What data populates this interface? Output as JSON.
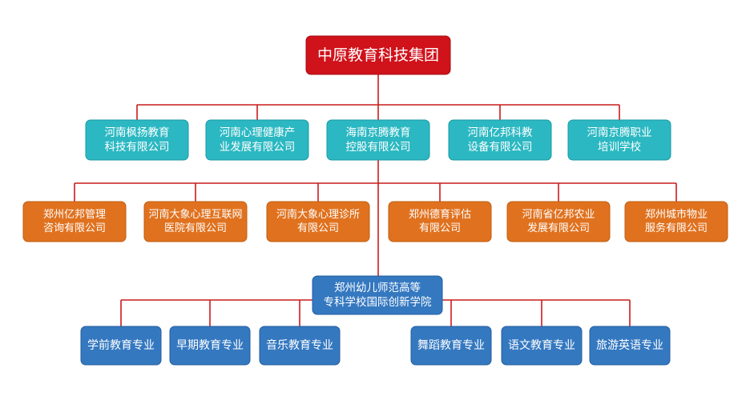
{
  "colors": {
    "line": "#cc1b1b",
    "root_fill": "#d0121b",
    "root_stroke": "#a00d14",
    "teal_fill": "#2bb8c2",
    "teal_stroke": "#1a9aa3",
    "orange_fill": "#e0721f",
    "orange_stroke": "#bf5c12",
    "blue_fill": "#3478c0",
    "blue_stroke": "#235e9e",
    "text": "#ffffff"
  },
  "root": {
    "lines": [
      "中原教育科技集团"
    ]
  },
  "tier1": [
    {
      "lines": [
        "河南枫扬教育",
        "科技有限公司"
      ]
    },
    {
      "lines": [
        "河南心理健康产",
        "业发展有限公司"
      ]
    },
    {
      "lines": [
        "海南京腾教育",
        "控股有限公司"
      ]
    },
    {
      "lines": [
        "河南亿邦科教",
        "设备有限公司"
      ]
    },
    {
      "lines": [
        "河南京腾职业",
        "培训学校"
      ]
    }
  ],
  "tier2": [
    {
      "lines": [
        "郑州亿邦管理",
        "咨询有限公司"
      ]
    },
    {
      "lines": [
        "河南大象心理互联网",
        "医院有限公司"
      ]
    },
    {
      "lines": [
        "河南大象心理诊所",
        "有限公司"
      ]
    },
    {
      "lines": [
        "郑州德育评估",
        "有限公司"
      ]
    },
    {
      "lines": [
        "河南省亿邦农业",
        "发展有限公司"
      ]
    },
    {
      "lines": [
        "郑州城市物业",
        "服务有限公司"
      ]
    }
  ],
  "college": {
    "lines": [
      "郑州幼儿师范高等",
      "专科学校国际创新学院"
    ]
  },
  "majors": [
    {
      "lines": [
        "学前教育专业"
      ]
    },
    {
      "lines": [
        "早期教育专业"
      ]
    },
    {
      "lines": [
        "音乐教育专业"
      ]
    },
    {
      "lines": [
        "舞蹈教育专业"
      ]
    },
    {
      "lines": [
        "语文教育专业"
      ]
    },
    {
      "lines": [
        "旅游英语专业"
      ]
    }
  ]
}
